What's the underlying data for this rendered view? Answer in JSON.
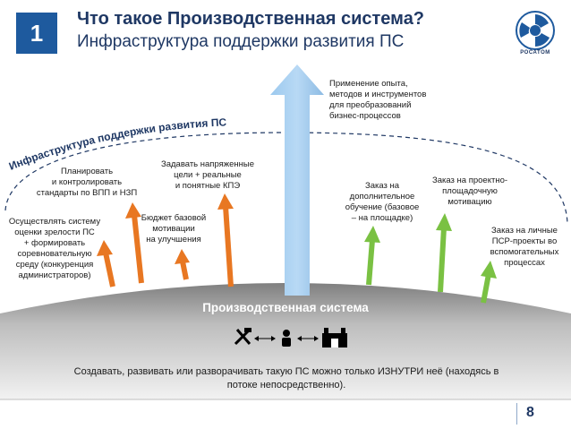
{
  "header": {
    "number": "1",
    "title": "Что такое Производственная система?",
    "subtitle": "Инфраструктура поддержки развития ПС",
    "logo_text": "РОСАТОМ"
  },
  "arc_label": "Инфраструктура поддержки развития ПС",
  "big_arrow_label": "Применение опыта,\nметодов и инструментов\nдля преобразований\nбизнес-процессов",
  "orange_labels": [
    "Осуществлять систему\nоценки зрелости ПС\n+ формировать\nсоревновательную\nсреду (конкуренция\nадминистраторов)",
    "Планировать\nи контролировать\nстандарты по ВПП и НЗП",
    "Бюджет базовой\nмотивации\nна улучшения",
    "Задавать напряженные\nцели + реальные\nи понятные КПЭ"
  ],
  "green_labels": [
    "Заказ на\nдополнительное\nобучение (базовое\n– на площадке)",
    "Заказ на проектно-\nплощадочную\nмотивацию",
    "Заказ на личные\nПСР-проекты во\nвспомогательных\nпроцессах"
  ],
  "base": {
    "title": "Производственная система",
    "note": "Создавать, развивать или разворачивать такую ПС можно только ИЗНУТРИ неё (находясь в потоке непосредственно).",
    "icons": [
      "tools-icon",
      "double-arrow-icon",
      "worker-icon",
      "double-arrow-icon",
      "factory-icon"
    ]
  },
  "page_number": "8",
  "colors": {
    "navy": "#1f3864",
    "badge": "#1e5a9e",
    "orange": "#e87722",
    "green": "#7ac143",
    "light_blue": "#8fc0e8",
    "base_gray": "#8c8c8c"
  }
}
